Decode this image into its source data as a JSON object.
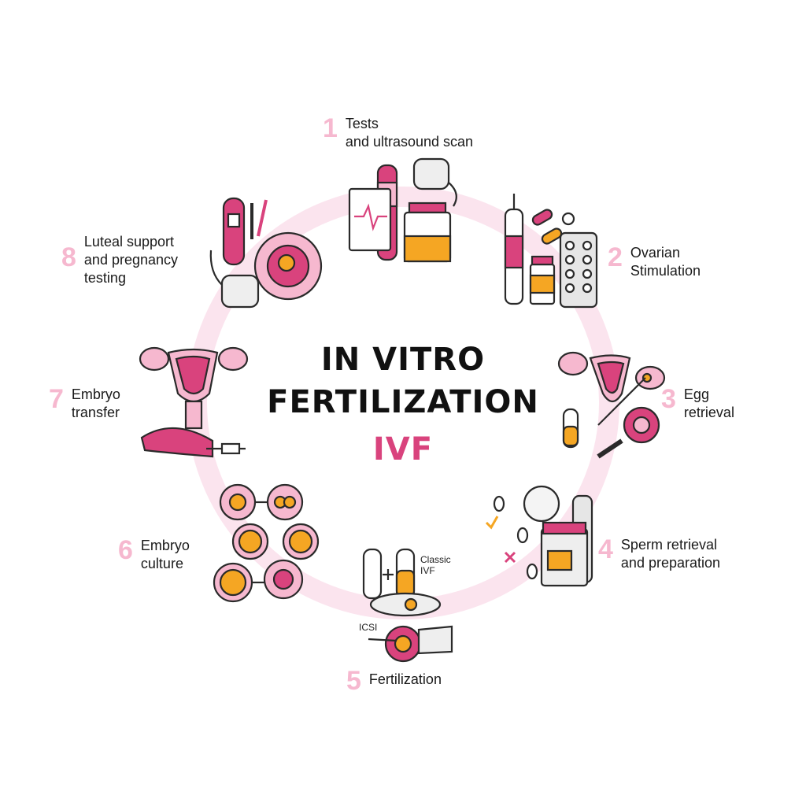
{
  "title": {
    "line1": "IN VITRO",
    "line2": "FERTILIZATION",
    "line3": "IVF"
  },
  "steps": [
    {
      "num": "1",
      "line1": "Tests",
      "line2": "and ultrasound scan"
    },
    {
      "num": "2",
      "line1": "Ovarian",
      "line2": "Stimulation"
    },
    {
      "num": "3",
      "line1": "Egg",
      "line2": "retrieval"
    },
    {
      "num": "4",
      "line1": "Sperm retrieval",
      "line2": "and preparation"
    },
    {
      "num": "5",
      "line1": "Fertilization"
    },
    {
      "num": "6",
      "line1": "Embryo",
      "line2": "culture"
    },
    {
      "num": "7",
      "line1": "Embryo",
      "line2": "transfer"
    },
    {
      "num": "8",
      "line1": "Luteal support",
      "line2": "and pregnancy",
      "line3": "testing"
    }
  ],
  "fertilization_labels": {
    "classic_line1": "Classic",
    "classic_line2": "IVF",
    "icsi": "ICSI"
  },
  "colors": {
    "accent": "#d9437d",
    "ring": "#fbe4ee",
    "number": "#f6b8cf",
    "orange": "#f5a623"
  }
}
